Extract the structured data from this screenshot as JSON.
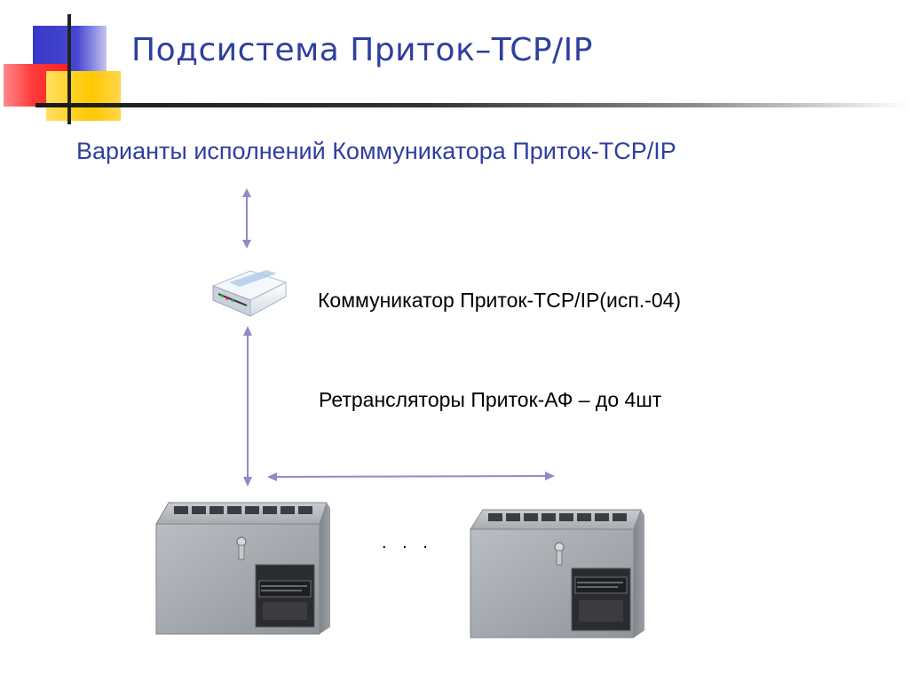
{
  "slide": {
    "title": "Подсистема Приток–TCP/IP",
    "subtitle": "Варианты исполнений Коммуникатора Приток-TCP/IP",
    "communicator_label": "Коммуникатор Приток-TCP/IP(исп.-04)",
    "repeaters_label": "Ретрансляторы Приток-АФ – до 4шт",
    "ellipsis": ". . ."
  },
  "colors": {
    "accent_text": "#2e3f9f",
    "connector": "#8c8cc8",
    "deco_blue": "#4040cc",
    "deco_red": "#ff2a2a",
    "deco_yellow": "#ffc800"
  },
  "icons": [
    "communicator-device-icon",
    "repeater-cabinet-icon"
  ]
}
